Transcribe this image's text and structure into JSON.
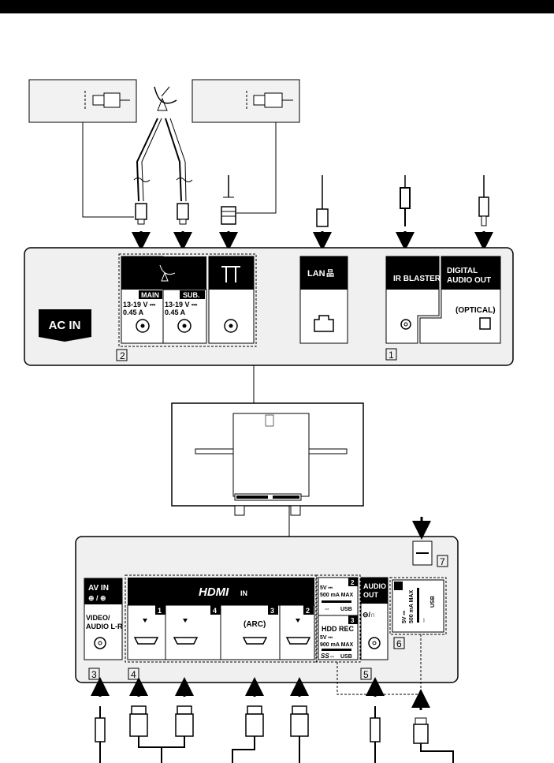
{
  "panel_upper": {
    "ac_in": "AC IN",
    "main": "MAIN",
    "sub": "SUB.",
    "sat_main_v": "13-19 V ⎓",
    "sat_main_a": "0.45 A",
    "sat_sub_v": "13-19 V ⎓",
    "sat_sub_a": "0.45 A",
    "lan": "LAN",
    "ir_blaster": "IR BLASTER",
    "digital_audio_1": "DIGITAL",
    "digital_audio_2": "AUDIO OUT",
    "optical": "(OPTICAL)",
    "num_sat": "2",
    "num_ir": "1"
  },
  "panel_lower": {
    "av_in": "AV IN",
    "video_audio_1": "VIDEO/",
    "video_audio_2": "AUDIO L-R",
    "hdmi": "HDMI",
    "hdmi_in": "IN",
    "port1": "1",
    "port4": "4",
    "port3": "3",
    "port2": "2",
    "arc": "(ARC)",
    "usb2_num": "2",
    "usb2_v": "5V ⎓",
    "usb2_ma": "500 mA MAX",
    "usb2_label": "USB",
    "usb3_num": "3",
    "hdd_rec": "HDD REC",
    "usb3_v": "5V ⎓",
    "usb3_ma": "900 mA MAX",
    "usb3_label": "USB",
    "audio_out_1": "AUDIO",
    "audio_out_2": "OUT",
    "side_usb_v": "5V ⎓",
    "side_usb_ma": "500 mA MAX",
    "side_usb_label": "USB",
    "num3": "3",
    "num4": "4",
    "num5": "5",
    "num6": "6",
    "num7": "7"
  }
}
